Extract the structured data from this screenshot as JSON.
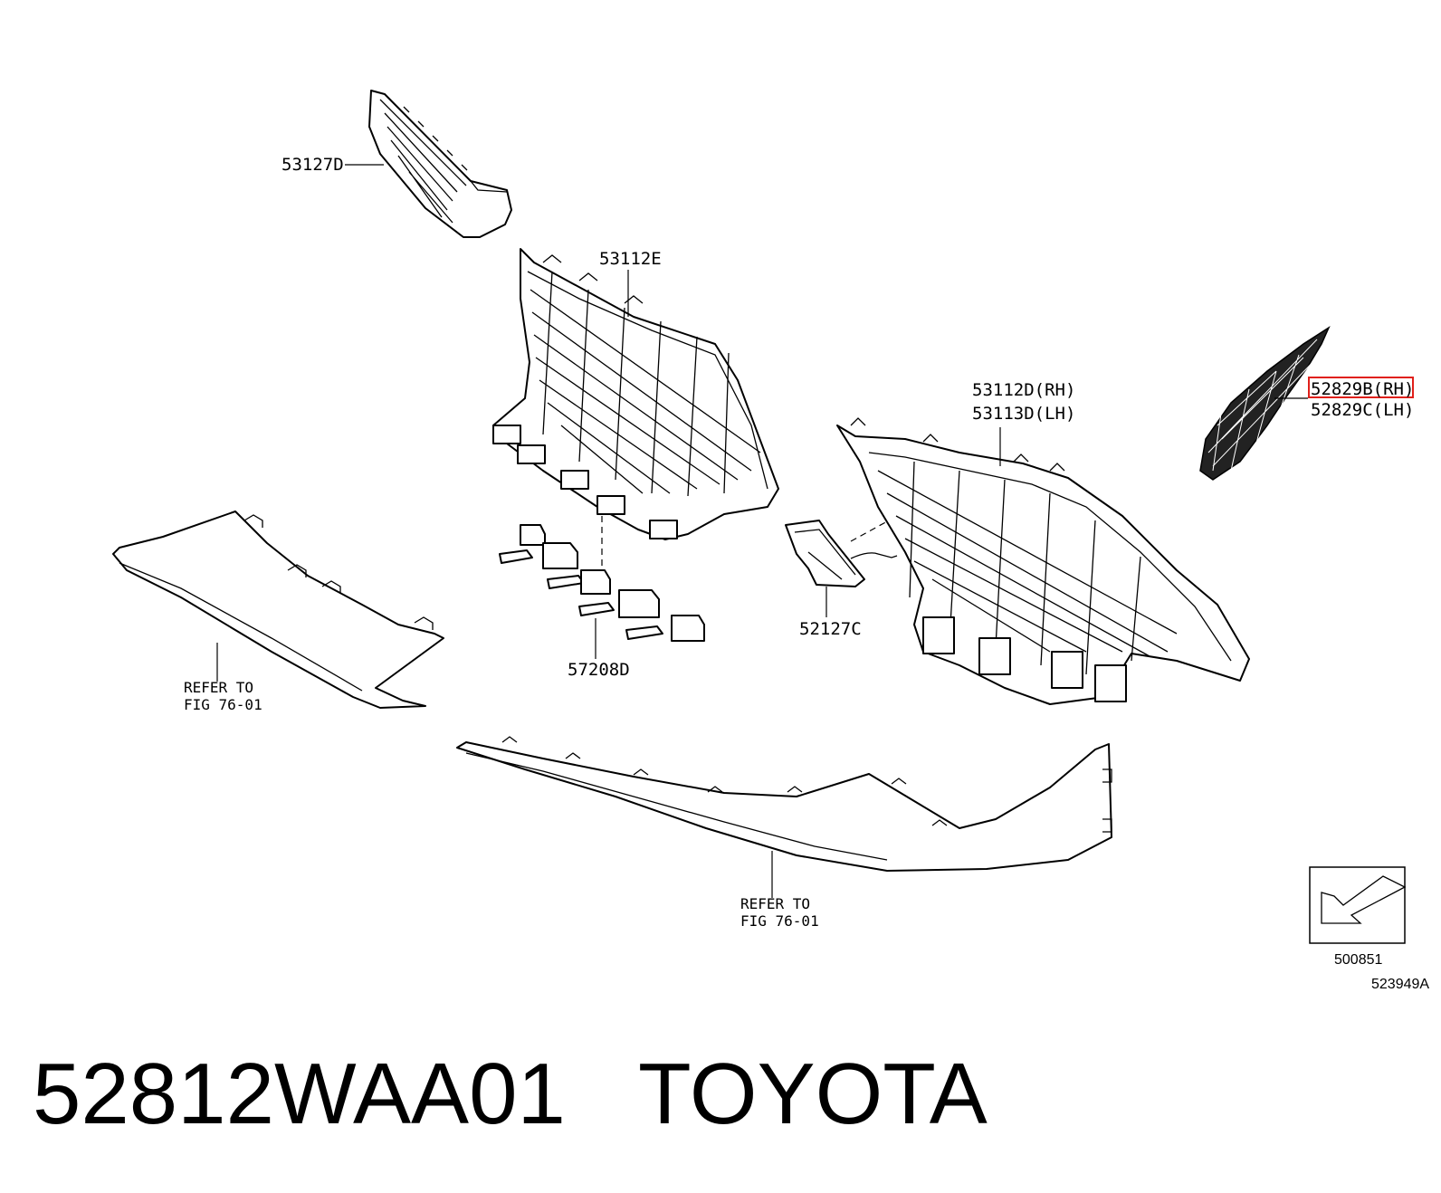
{
  "callouts": {
    "c53127d": "53127D",
    "c53112e": "53112E",
    "c53112d": "53112D(RH)",
    "c53113d": "53113D(LH)",
    "c52829b": "52829B(RH)",
    "c52829c": "52829C(LH)",
    "c52127c": "52127C",
    "c57208d": "57208D",
    "refer1_l1": "REFER TO",
    "refer1_l2": "FIG 76-01",
    "refer2_l1": "REFER TO",
    "refer2_l2": "FIG 76-01"
  },
  "orientation_box": {
    "code": "500851"
  },
  "figure_code": "523949A",
  "caption": {
    "part_number": "52812WAA01",
    "brand": "TOYOTA"
  },
  "colors": {
    "highlight": "#e0201b",
    "line": "#000000"
  },
  "icons": [
    "direction-arrow-icon"
  ]
}
